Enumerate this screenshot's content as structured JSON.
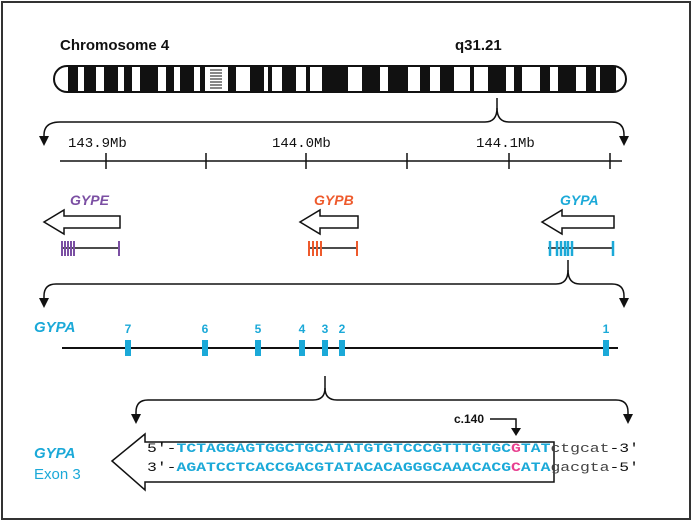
{
  "chromosome": {
    "title": "Chromosome 4",
    "band": "q31.21"
  },
  "scale": {
    "labels": [
      "143.9Mb",
      "144.0Mb",
      "144.1Mb"
    ]
  },
  "genes": {
    "gype": {
      "name": "GYPE",
      "color": "#7b4fa3"
    },
    "gypb": {
      "name": "GYPB",
      "color": "#ee5a2c"
    },
    "gypa": {
      "name": "GYPA",
      "color": "#1ba9d8"
    }
  },
  "exon_map": {
    "gene_label": "GYPA",
    "exon_numbers": [
      "7",
      "6",
      "5",
      "4",
      "3",
      "2",
      "1"
    ]
  },
  "sequence": {
    "gene_label": "GYPA",
    "exon_label": "Exon 3",
    "variant": "c.140",
    "top": {
      "prefix": "5'-",
      "seq_a": "TCTAGGAGTGGCTGCATATGTGTCCCGTTTGTGC",
      "variant_base": "G",
      "seq_b": "TAT",
      "intron": "ctgcat",
      "suffix": "-3'"
    },
    "bottom": {
      "prefix": "3'-",
      "seq_a": "AGATCCTCACCGACGTATACACAGGGCAAACACG",
      "variant_base": "C",
      "seq_b": "ATA",
      "intron": "gacgta",
      "suffix": "-5'"
    },
    "highlight_color": "#e8408f",
    "exon_color": "#1ba9d8"
  }
}
